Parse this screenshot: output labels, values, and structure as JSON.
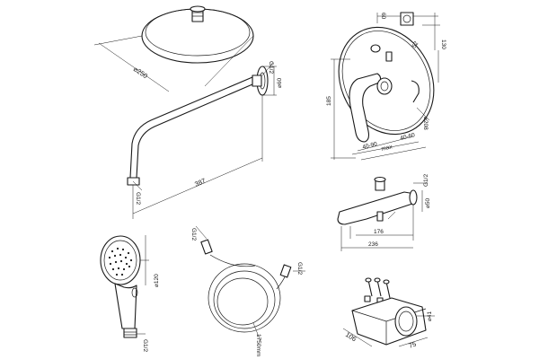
{
  "rain_shower_head": {
    "diameter": "⌀250"
  },
  "shower_arm": {
    "thread": "G1/2",
    "flange_diameter": "⌀60",
    "length": "387",
    "outlet_thread": "G1/2"
  },
  "hand_shower": {
    "diameter": "⌀120",
    "thread": "G1/2"
  },
  "shower_hose": {
    "thread_top": "G1/2",
    "thread_right": "G1/2",
    "length": "1750mm"
  },
  "mixer": {
    "dim_top_left": "60",
    "dim_top_right": "52",
    "dim_right": "130",
    "dim_left": "185",
    "dim_plate": "⌀208",
    "dim_bottom_1": "40-90",
    "dim_bottom_2": "max",
    "dim_bottom_3": "40-60"
  },
  "spout": {
    "thread": "G1/2",
    "height": "⌀50",
    "depth": "176",
    "length": "236"
  },
  "wall_holder": {
    "diameter": "⌀41",
    "width": "106",
    "depth": "75"
  }
}
